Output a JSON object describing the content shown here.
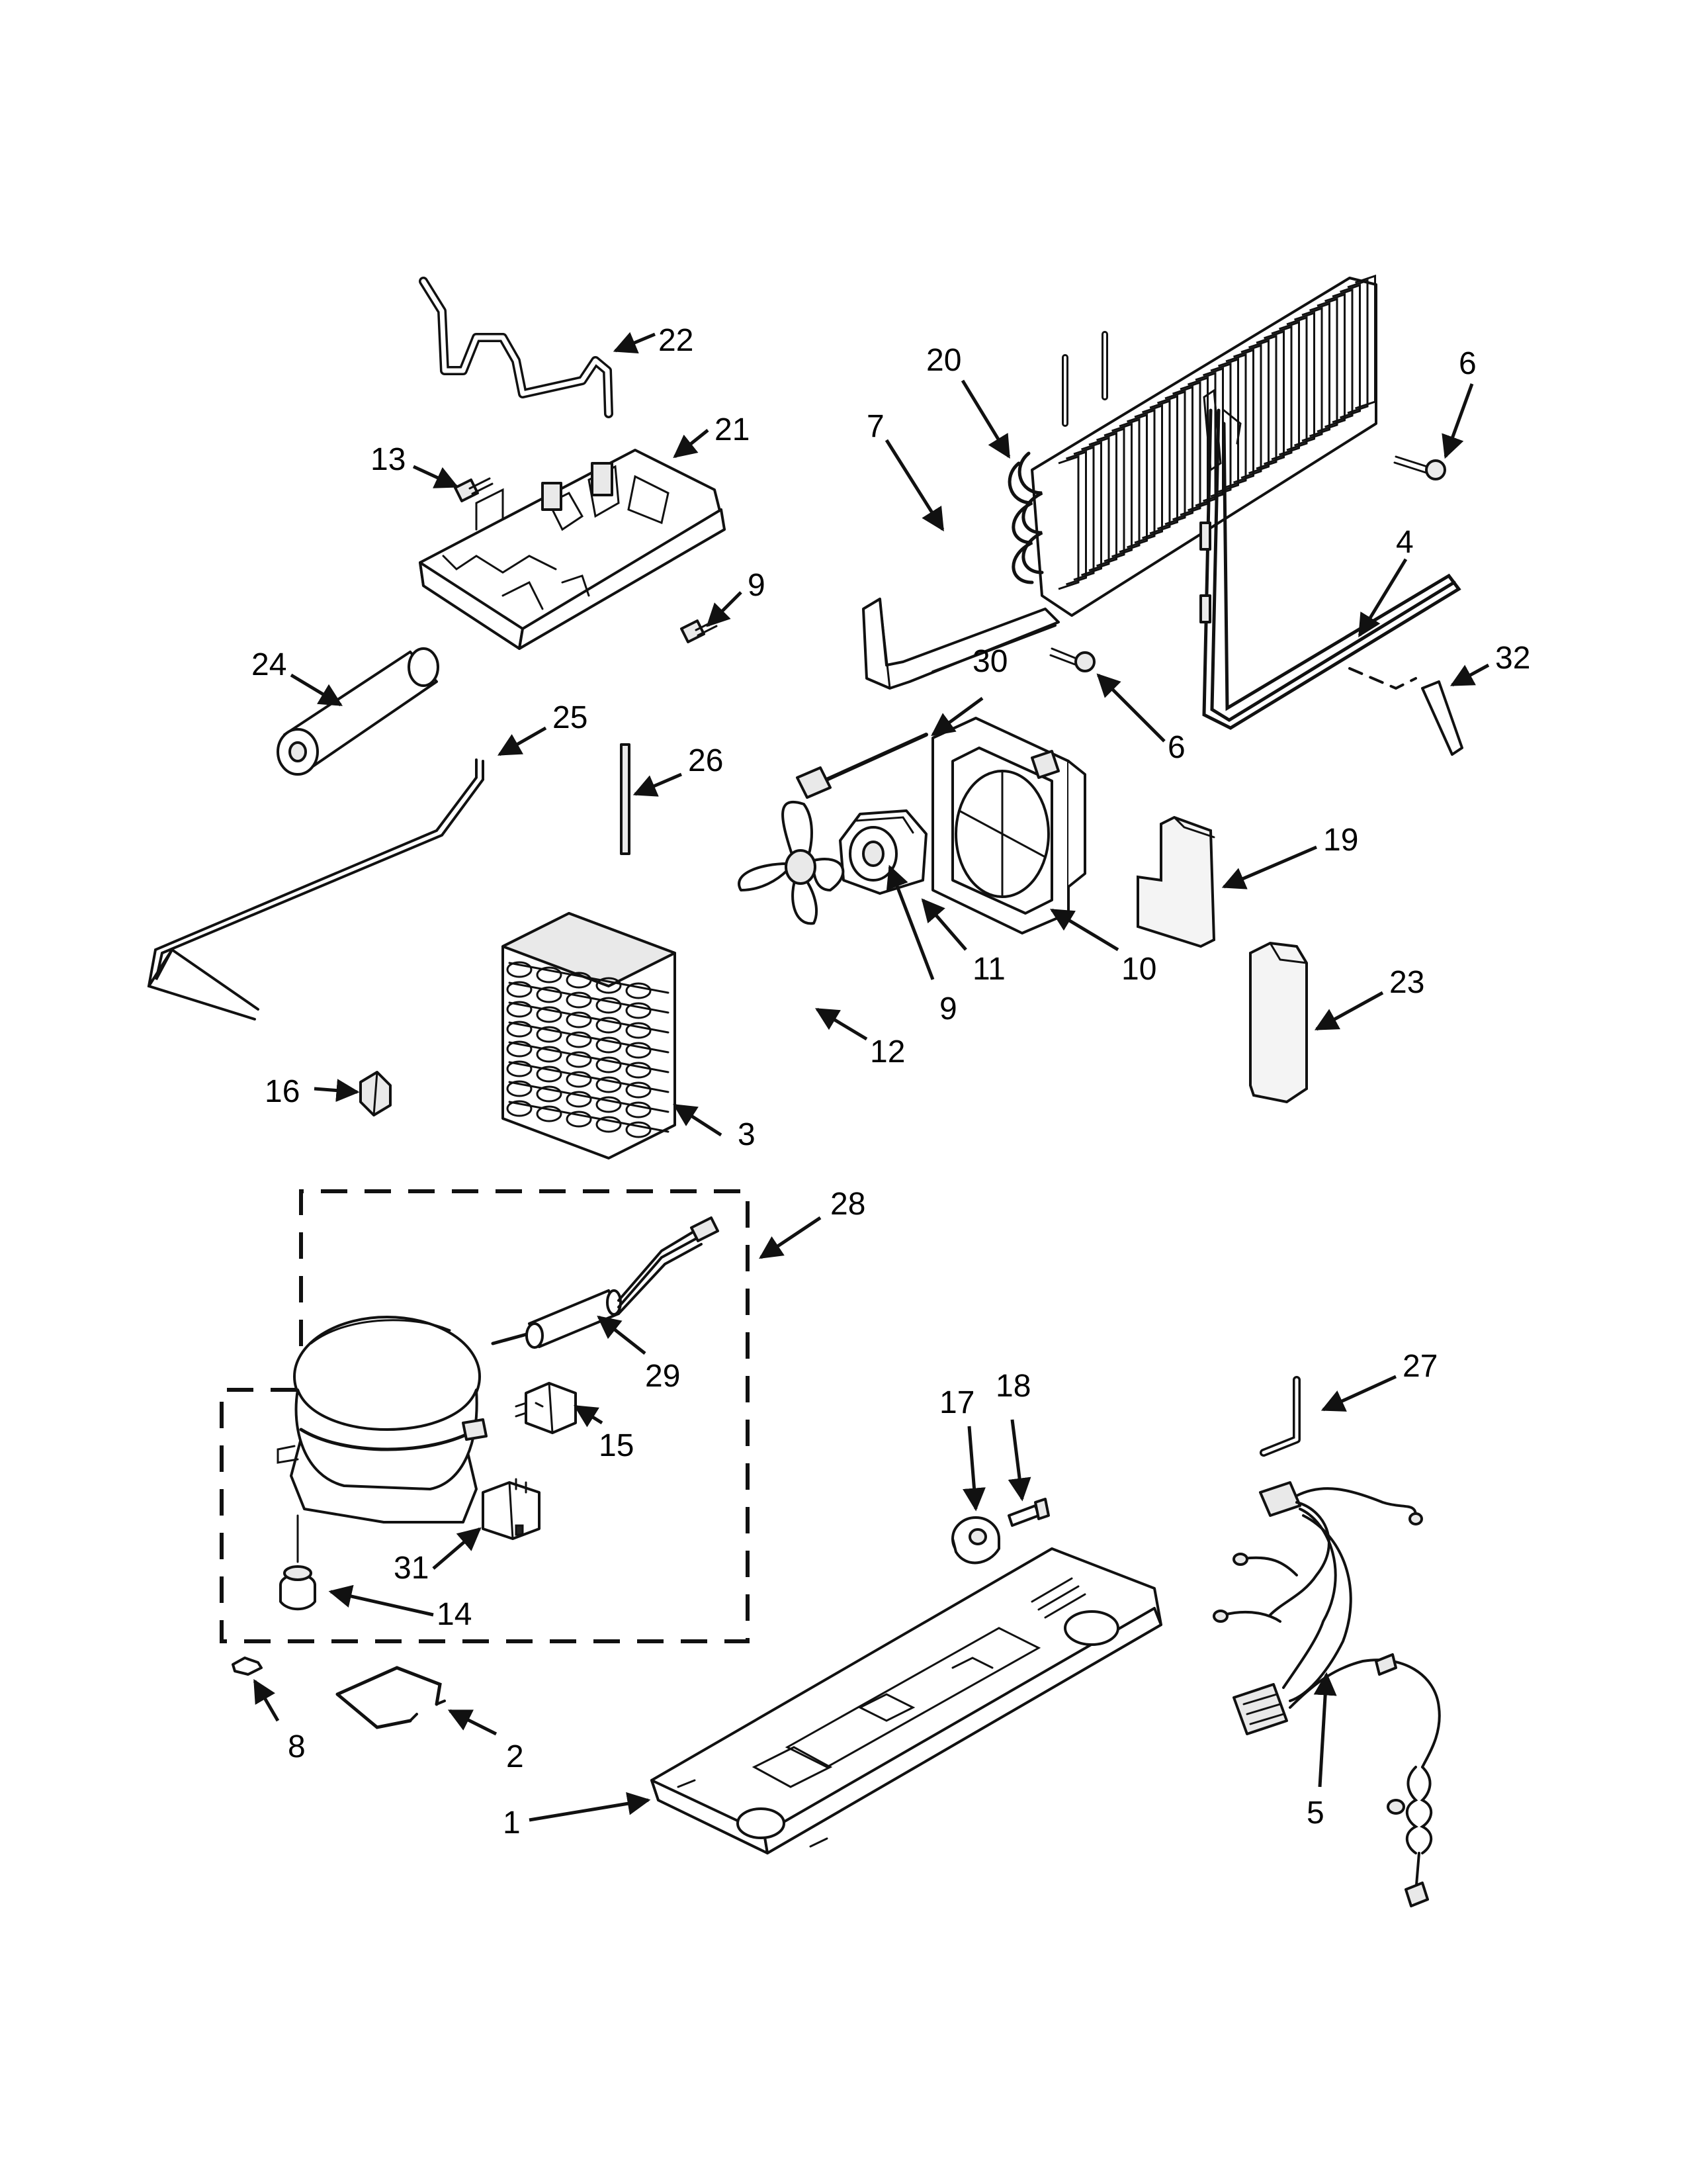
{
  "diagram": {
    "callouts": [
      {
        "id": "1",
        "label": "1"
      },
      {
        "id": "2",
        "label": "2"
      },
      {
        "id": "3",
        "label": "3"
      },
      {
        "id": "4",
        "label": "4"
      },
      {
        "id": "5",
        "label": "5"
      },
      {
        "id": "6a",
        "label": "6"
      },
      {
        "id": "6b",
        "label": "6"
      },
      {
        "id": "7",
        "label": "7"
      },
      {
        "id": "8",
        "label": "8"
      },
      {
        "id": "9a",
        "label": "9"
      },
      {
        "id": "9b",
        "label": "9"
      },
      {
        "id": "10",
        "label": "10"
      },
      {
        "id": "11",
        "label": "11"
      },
      {
        "id": "12",
        "label": "12"
      },
      {
        "id": "13",
        "label": "13"
      },
      {
        "id": "14",
        "label": "14"
      },
      {
        "id": "15",
        "label": "15"
      },
      {
        "id": "16",
        "label": "16"
      },
      {
        "id": "17",
        "label": "17"
      },
      {
        "id": "18",
        "label": "18"
      },
      {
        "id": "19",
        "label": "19"
      },
      {
        "id": "20",
        "label": "20"
      },
      {
        "id": "21",
        "label": "21"
      },
      {
        "id": "22",
        "label": "22"
      },
      {
        "id": "23",
        "label": "23"
      },
      {
        "id": "24",
        "label": "24"
      },
      {
        "id": "25",
        "label": "25"
      },
      {
        "id": "26",
        "label": "26"
      },
      {
        "id": "27",
        "label": "27"
      },
      {
        "id": "28",
        "label": "28"
      },
      {
        "id": "29",
        "label": "29"
      },
      {
        "id": "30",
        "label": "30"
      },
      {
        "id": "31",
        "label": "31"
      },
      {
        "id": "32",
        "label": "32"
      }
    ]
  }
}
